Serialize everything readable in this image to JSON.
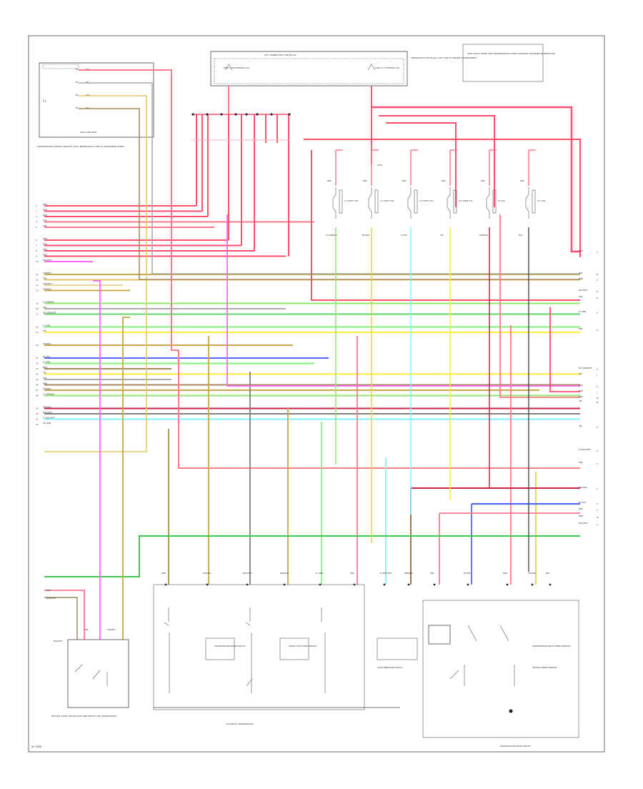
{
  "diagram": {
    "footer_code": "W-71956",
    "top_block": {
      "title": "LEFT UNDERHOOD FUSE BLOCK",
      "fuse_left": "FUSE 2 (TCM/INTAKE) 10A",
      "fuse_right": "FUSE 27 (TCM/PWR) 15A",
      "side_note": "UNDERHOOD FUSE BLOCK (LEFT SIDE OF ENGINE COMPARTMENT)"
    },
    "top_right_note": "WITH 4L60-E TRANS (SEE TRANSMISSION SYSTEM DIAGRAMS FOR MORE INFORMATION)",
    "left_top_block": {
      "pins": [
        "B1",
        "B2",
        "B3",
        "B4"
      ],
      "colors": [
        "PNK",
        "YEL",
        "TAN",
        "BLK"
      ],
      "bottom_label": "HIGH SIDE DRVR"
    },
    "left_note": "TRANSMISSION CONTROL MODULE (TCM) (BEHIND RIGHT SIDE OF INSTRUMENT PANEL)",
    "splice": "S234",
    "left_connector_rows": [
      {
        "pin": "1",
        "color": "RED"
      },
      {
        "pin": "2",
        "color": "RED"
      },
      {
        "pin": "3",
        "color": "RED"
      },
      {
        "pin": "4",
        "color": "PNK"
      },
      {
        "pin": "5",
        "color": "PNK"
      },
      {
        "pin": "6",
        "color": "RED"
      },
      {
        "pin": "7",
        "color": "RED"
      },
      {
        "pin": "8",
        "color": "RED"
      },
      {
        "pin": "9",
        "color": "RED"
      },
      {
        "pin": "10",
        "color": "PPL/WHT"
      },
      {
        "pin": "11",
        "color": "TAN/BLK"
      },
      {
        "pin": "12",
        "color": "TAN"
      },
      {
        "pin": "13",
        "color": "TAN/WHT"
      },
      {
        "pin": "14",
        "color": "TAN/BLK"
      },
      {
        "pin": "15",
        "color": "LT GRN/BLK"
      },
      {
        "pin": "16",
        "color": "GRY"
      },
      {
        "pin": "17",
        "color": "DK GRN/WHT"
      },
      {
        "pin": "18",
        "color": "LT GRN"
      },
      {
        "pin": "19",
        "color": "YEL"
      },
      {
        "pin": "20",
        "color": "TAN/BLK"
      },
      {
        "pin": "21",
        "color": "DK BLU"
      },
      {
        "pin": "22",
        "color": "LT GRN"
      },
      {
        "pin": "23",
        "color": "BRN"
      },
      {
        "pin": "24",
        "color": "YEL"
      },
      {
        "pin": "25",
        "color": "GRY"
      },
      {
        "pin": "26",
        "color": "BRN"
      },
      {
        "pin": "27",
        "color": "TAN/BLK"
      },
      {
        "pin": "28",
        "color": "LT GRN/BLK"
      },
      {
        "pin": "29",
        "color": "RED/BLK"
      },
      {
        "pin": "30",
        "color": "BLK/WHT"
      },
      {
        "pin": "31",
        "color": "LT BLU/WHT"
      },
      {
        "pin": "32",
        "color": "DK GRN"
      }
    ],
    "right_connector_rows": [
      {
        "pin": "A",
        "color": "RED"
      },
      {
        "pin": "B",
        "color": "GRY"
      },
      {
        "pin": "C",
        "color": "BRN"
      },
      {
        "pin": "D",
        "color": "PPL/WHT"
      },
      {
        "pin": "E",
        "color": "TAN"
      },
      {
        "pin": "F",
        "color": "LT GRN"
      },
      {
        "pin": "G",
        "color": "PNK"
      },
      {
        "pin": "H",
        "color": "DK GRN/WHT"
      },
      {
        "pin": "J",
        "color": "GRY"
      },
      {
        "pin": "K",
        "color": "PNK"
      },
      {
        "pin": "L",
        "color": "RED"
      },
      {
        "pin": "M",
        "color": "PNK"
      },
      {
        "pin": "N",
        "color": "YEL"
      },
      {
        "pin": "P",
        "color": "YEL"
      },
      {
        "pin": "R",
        "color": "LT BLU/WHT"
      },
      {
        "pin": "S",
        "color": "PNK"
      },
      {
        "pin": "T",
        "color": "RED/BLK"
      },
      {
        "pin": "U",
        "color": "DK BLU"
      },
      {
        "pin": "V",
        "color": "PNK"
      },
      {
        "pin": "W",
        "color": "BRN"
      },
      {
        "pin": "X",
        "color": "BLK/WHT"
      }
    ],
    "solenoids": [
      {
        "label": "1-2 SHIFT SOL",
        "pin": "PNK",
        "wire": "LT GRN/BLK"
      },
      {
        "label": "2-3 SHIFT SOL",
        "pin": "PNK",
        "wire": "YEL/BLK"
      },
      {
        "label": "3-2 SHIFT SOL",
        "pin": "PNK",
        "wire": "LT BLU"
      },
      {
        "label": "TCC PWM SOL",
        "pin": "PNK",
        "wire": "YEL"
      },
      {
        "label": "PC SOL",
        "pin": "PNK",
        "wire": "RED/BLK"
      },
      {
        "label": "TCC SOL",
        "pin": "PNK",
        "wire": "BLK"
      }
    ],
    "bottom_pins": [
      "BRN",
      "TAN/BLK",
      "BLK/WHT",
      "RED/BLK",
      "LT GRN",
      "PNK",
      "LT BLU/WHT",
      "BRN/BLK",
      "PNK",
      "DK BLU",
      "BRN",
      "YEL/BLK",
      "BLK"
    ],
    "components": {
      "switch_block_title": "NEUTRAL START AND BACKUP LAMP SWITCH (ON TRANSMISSION)",
      "switch_pins": [
        "BLK/WHT",
        "PNK",
        "TAN/BLK"
      ],
      "switch_colors": [
        "PNK",
        "BRN/WHT"
      ],
      "trans_range": "TRANSMISSION RANGE SWITCH",
      "fluid_temp": "TRANS FLUID TEMP SENSOR",
      "pressure_switch": "FLUID PRESSURE SWITCH",
      "input_speed": "TRANSMISSION INPUT SPEED SENSOR",
      "output_speed": "VEHICLE SPEED SENSOR",
      "trans_label": "AUTOMATIC TRANSMISSION",
      "mode_switch": "TRANSMISSION MODE SWITCH"
    }
  }
}
